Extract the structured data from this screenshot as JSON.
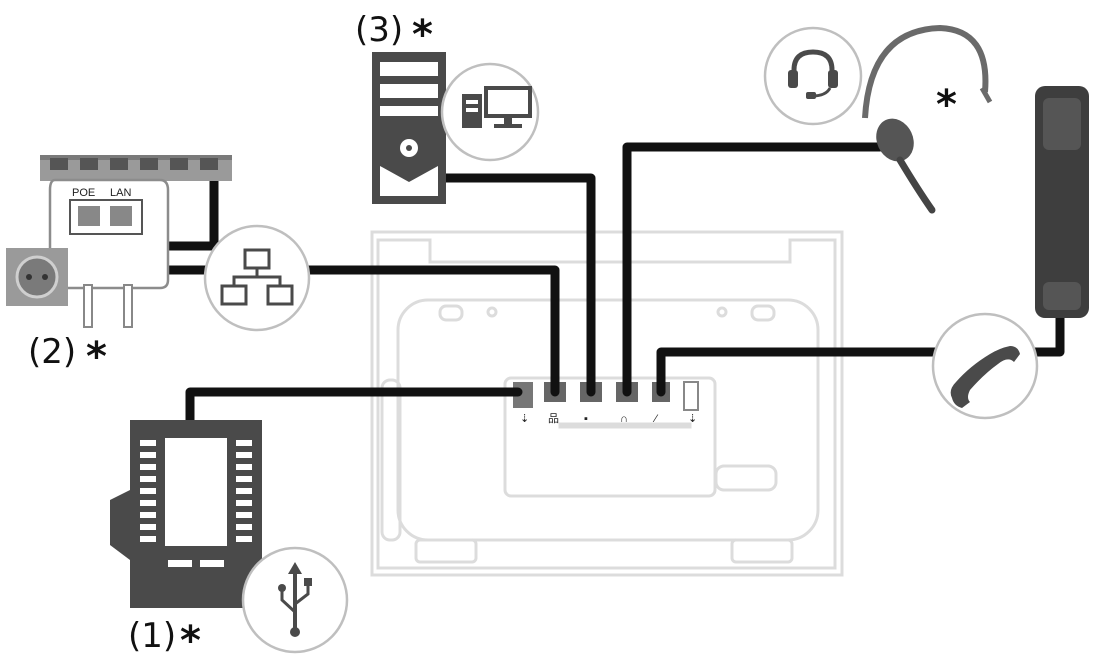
{
  "diagram": {
    "labels": {
      "keymodule": "(1)",
      "power_adapter": "(2)",
      "computer": "(3)",
      "star": "*"
    },
    "adapter_ports": {
      "poe": "POE",
      "lan": "LAN"
    },
    "devices": [
      {
        "name": "key-expansion-module",
        "icon": "usb-icon"
      },
      {
        "name": "poe-power-adapter",
        "icon": "network-icon"
      },
      {
        "name": "computer",
        "icon": "computer-icon"
      },
      {
        "name": "headset",
        "icon": "headset-icon"
      },
      {
        "name": "handset",
        "icon": "handset-icon"
      },
      {
        "name": "wall-socket",
        "icon": "socket-icon"
      }
    ],
    "phone_ports": [
      "usb",
      "lan",
      "pc",
      "headset",
      "handset",
      "usb"
    ],
    "colors": {
      "cable": "#111111",
      "device_dark": "#4a4a4a",
      "phone_outline": "#dcdcdc",
      "circle_border": "#bfbfbf"
    }
  }
}
